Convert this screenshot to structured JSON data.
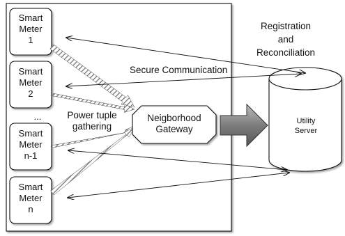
{
  "meters": [
    {
      "label_line1": "Smart",
      "label_line2": "Meter",
      "label_line3": "1"
    },
    {
      "label_line1": "Smart",
      "label_line2": "Meter",
      "label_line3": "2"
    },
    {
      "label_line1": "Smart",
      "label_line2": "Meter",
      "label_line3": "n-1"
    },
    {
      "label_line1": "Smart",
      "label_line2": "Meter",
      "label_line3": "n"
    }
  ],
  "ellipsis": "...",
  "gateway": {
    "line1": "Neigborhood",
    "line2": "Gateway"
  },
  "server": {
    "line1": "Utility",
    "line2": "Server"
  },
  "labels": {
    "registration_line1": "Registration",
    "registration_line2": "and",
    "registration_line3": "Reconciliation",
    "secure_communication": "Secure Communication",
    "power_tuple_line1": "Power tuple",
    "power_tuple_line2": "gathering"
  },
  "colors": {
    "stroke": "#111111",
    "shadow": "#9a9a9a",
    "hatch": "#6b6b6b",
    "big_arrow": "#7a7a7a"
  }
}
